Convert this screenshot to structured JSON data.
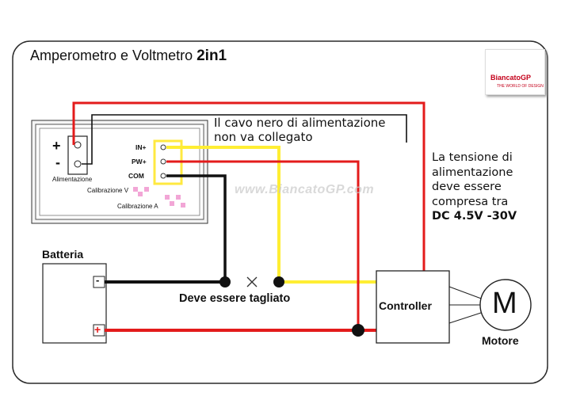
{
  "title": {
    "main": "Amperometro e Voltmetro",
    "suffix": "2in1"
  },
  "note": "Il cavo nero di alimentazione non va collegato",
  "supply": {
    "text": "La tensione di alimentazione deve essere compresa tra",
    "range": "DC 4.5V -30V"
  },
  "meter": {
    "plus": "+",
    "minus": "-",
    "power_label": "Alimentazione",
    "pins": [
      "IN+",
      "PW+",
      "COM"
    ],
    "cal_v": "Calibrazione V",
    "cal_a": "Calibrazione A"
  },
  "battery": {
    "label": "Batteria",
    "neg": "-",
    "pos": "+"
  },
  "cut_label": "Deve essere tagliato",
  "controller": "Controller",
  "motor": {
    "symbol": "M",
    "label": "Motore"
  },
  "watermark": "www.BiancatoGP.com",
  "logo": {
    "name": "BiancatoGP",
    "tagline": "THE WORLD OF DESIGN"
  },
  "colors": {
    "red": "#e31b1b",
    "yellow": "#ffee33",
    "black": "#111111",
    "pink": "#f2a6d6"
  }
}
